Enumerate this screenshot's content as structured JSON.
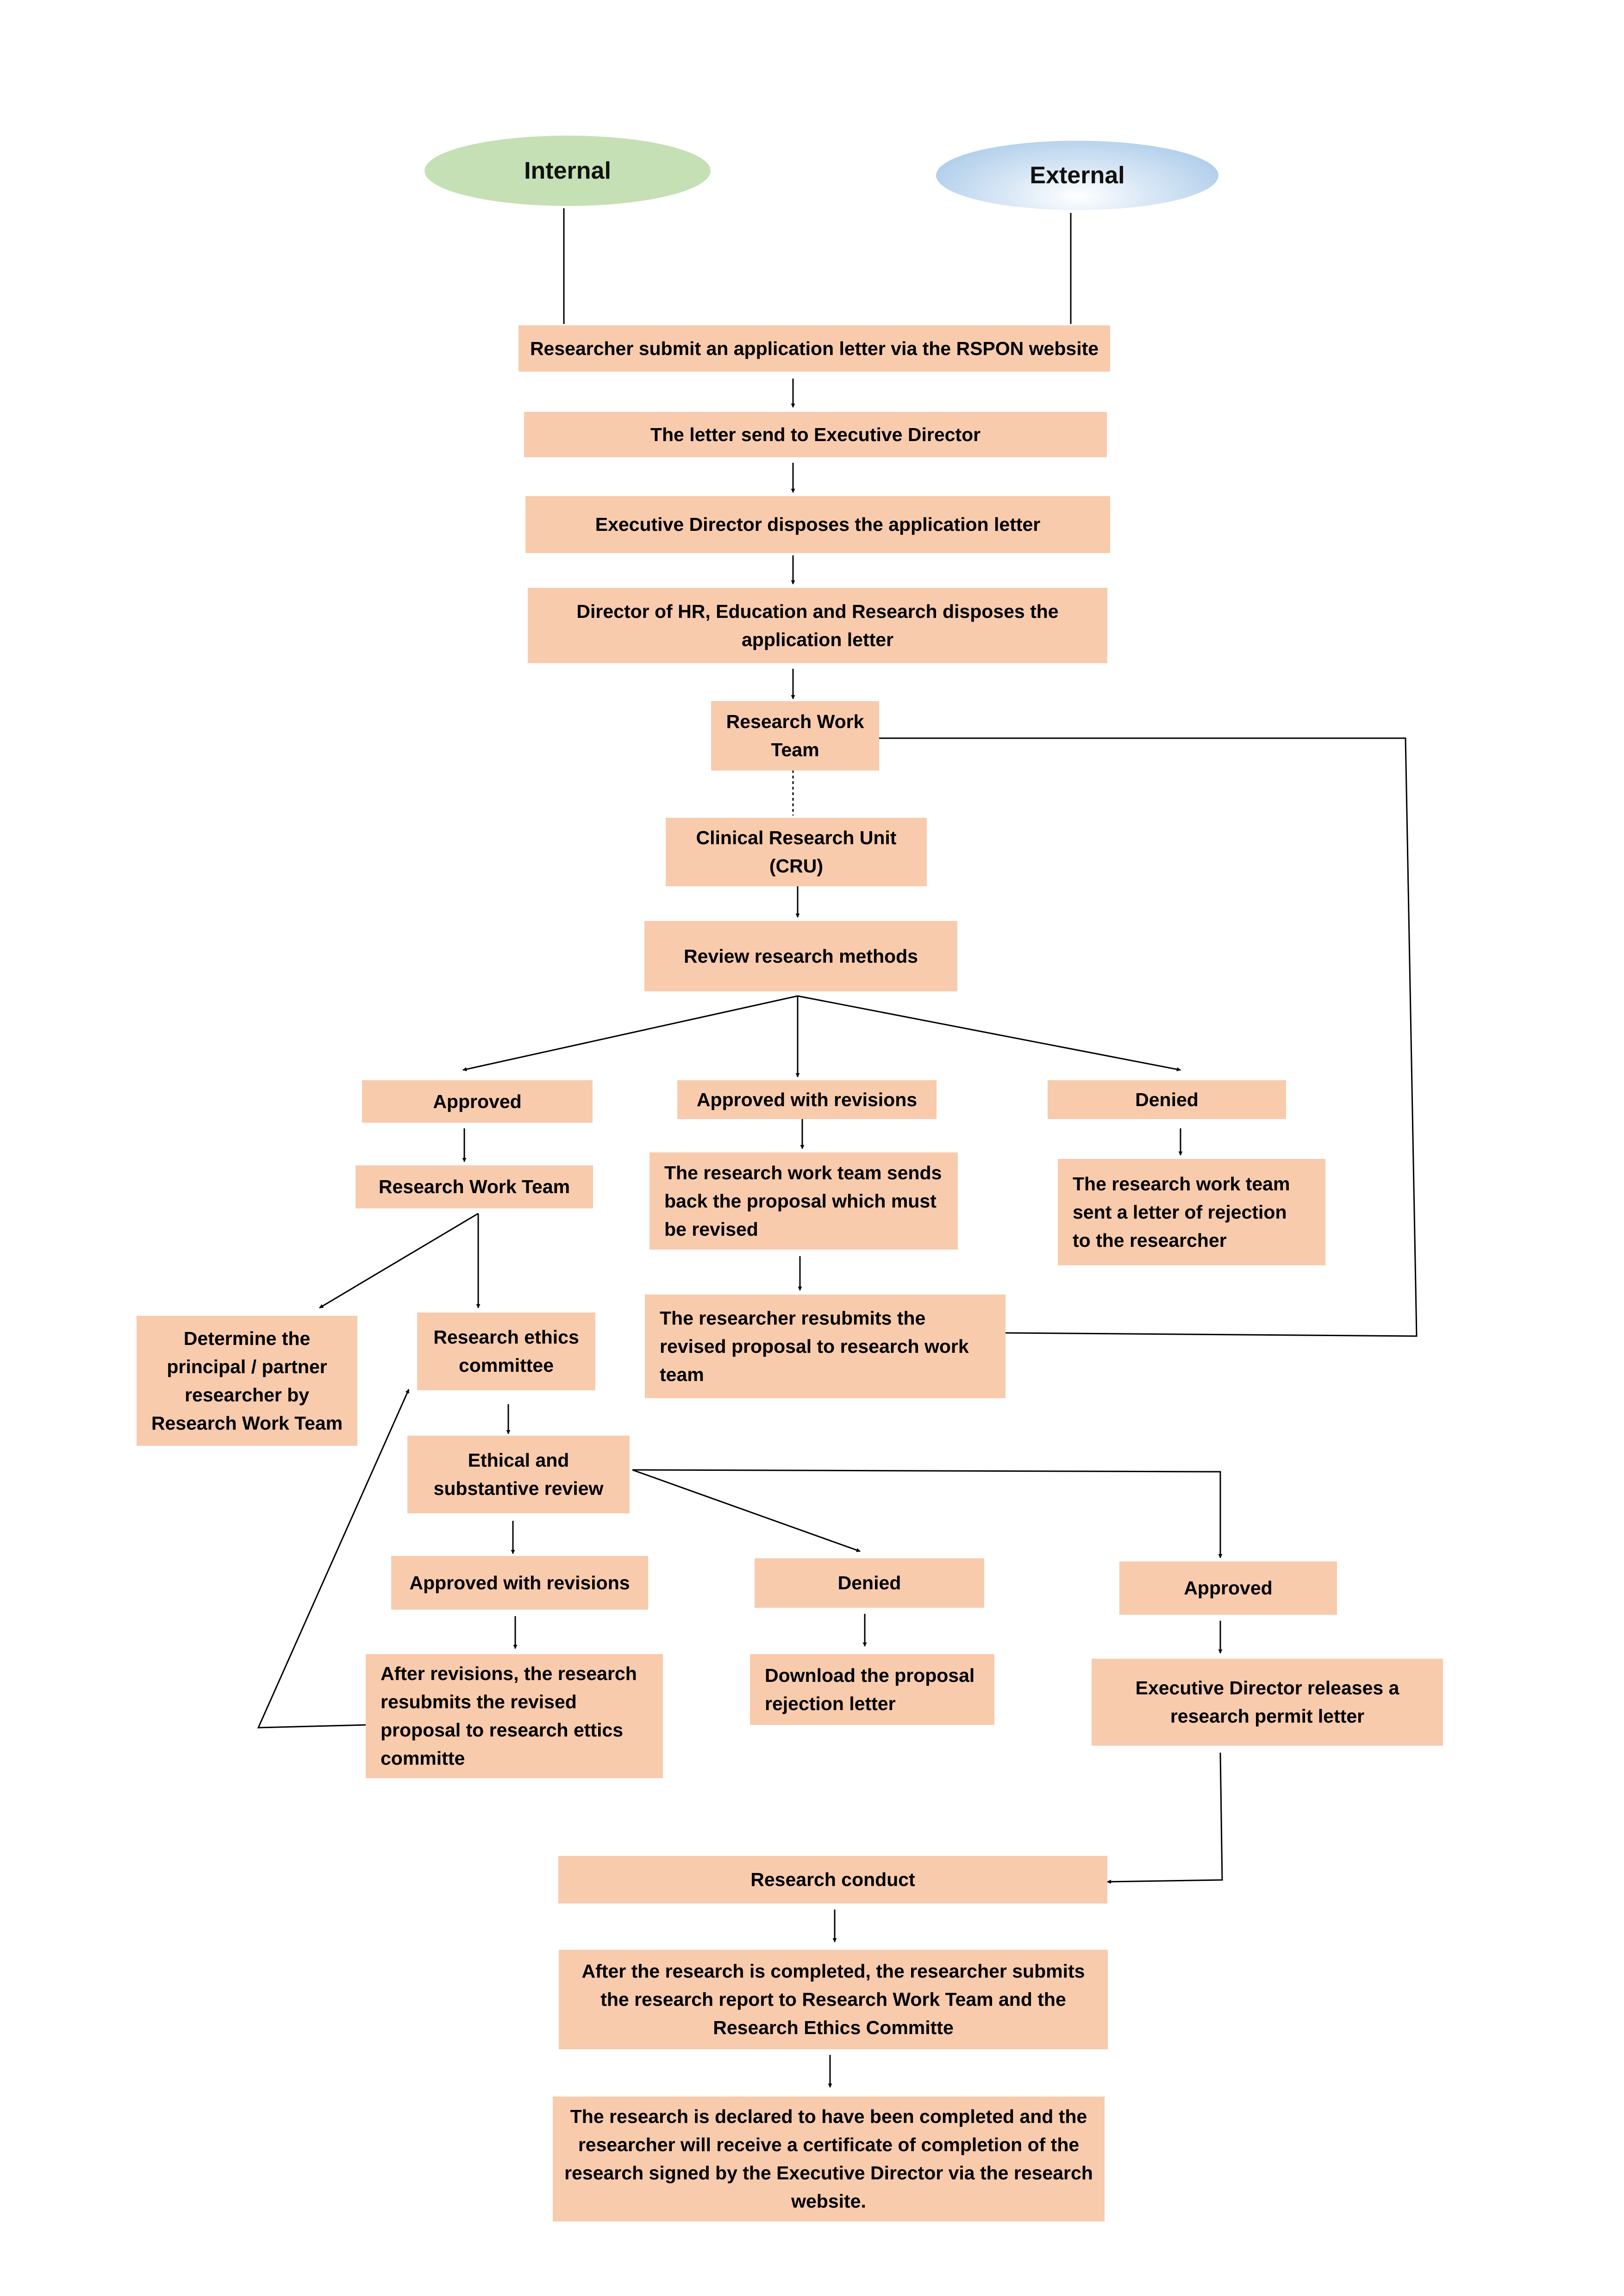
{
  "start": {
    "internal": "Internal",
    "external": "External"
  },
  "steps": {
    "submit_letter": "Researcher submit an application letter via the RSPON website",
    "send_to_ed": "The letter send to Executive Director",
    "ed_disposes": "Executive Director disposes the application letter",
    "director_hr": "Director of HR, Education and Research disposes the\napplication letter",
    "research_work_team": "Research Work\nTeam",
    "cru": "Clinical Research Unit\n(CRU)",
    "review_methods": "Review research methods"
  },
  "review_outcomes": {
    "approved": "Approved",
    "approved_with_revisions": "Approved with revisions",
    "denied": "Denied",
    "rwt_after_approval": "Research Work Team",
    "sends_back": "The research work team sends\nback the proposal which must\nbe revised",
    "rejection_letter": "The research work team\nsent a letter of rejection\nto the researcher",
    "resubmits": "The researcher resubmits the\nrevised proposal to research work\nteam"
  },
  "ethics": {
    "determine_researcher": "Determine the\nprincipal / partner\nresearcher by\nResearch Work Team",
    "ethics_committee": "Research ethics\ncommittee",
    "ethical_review": "Ethical and\nsubstantive review",
    "approved_with_revisions": "Approved with revisions",
    "denied": "Denied",
    "approved": "Approved",
    "after_revisions": "After revisions, the research\nresubmits the revised\nproposal to research ettics\ncommitte",
    "download_rejection": "Download the proposal\nrejection letter",
    "permit_letter": "Executive Director releases a\nresearch permit letter"
  },
  "final": {
    "research_conduct": "Research conduct",
    "submit_report": "After the research is completed, the researcher submits\nthe research report to Research Work Team and the\nResearch Ethics Committe",
    "completion": "The research is declared to have been completed and the\nresearcher will receive a certificate of completion of the\nresearch signed by the Executive Director via the research\nwebsite."
  },
  "colors": {
    "box_fill": "#F8CBAD",
    "internal_fill": "#C5E0B4",
    "external_fill": "#9DC3E6",
    "line": "#000000"
  }
}
